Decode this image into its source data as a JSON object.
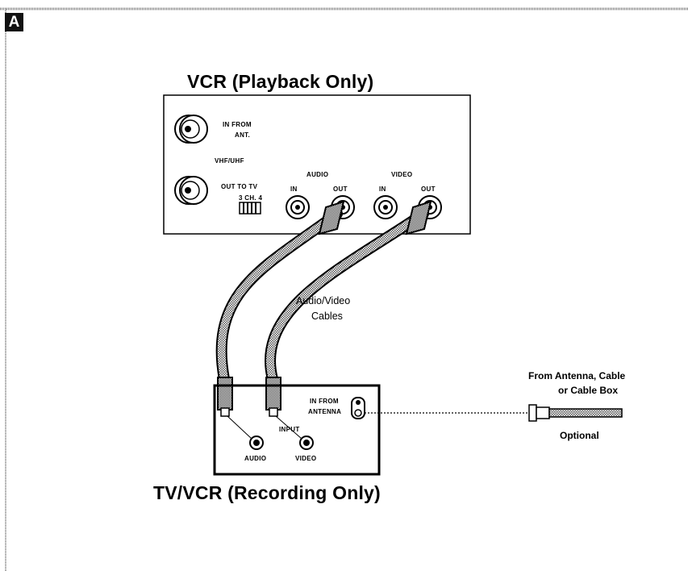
{
  "badge": "A",
  "vcr": {
    "title": "VCR (Playback Only)",
    "in_from_ant_line1": "IN FROM",
    "in_from_ant_line2": "ANT.",
    "vhf_uhf": "VHF/UHF",
    "out_to_tv": "OUT TO TV",
    "ch_switch": "3 CH. 4",
    "audio_label": "AUDIO",
    "video_label": "VIDEO",
    "audio_in": "IN",
    "audio_out": "OUT",
    "video_in": "IN",
    "video_out": "OUT"
  },
  "cables_label_line1": "Audio/Video",
  "cables_label_line2": "Cables",
  "tvvcr": {
    "title": "TV/VCR (Recording Only)",
    "in_from_antenna_line1": "IN FROM",
    "in_from_antenna_line2": "ANTENNA",
    "input": "INPUT",
    "audio": "AUDIO",
    "video": "VIDEO"
  },
  "antenna_source_line1": "From Antenna, Cable",
  "antenna_source_line2": "or Cable Box",
  "optional": "Optional"
}
